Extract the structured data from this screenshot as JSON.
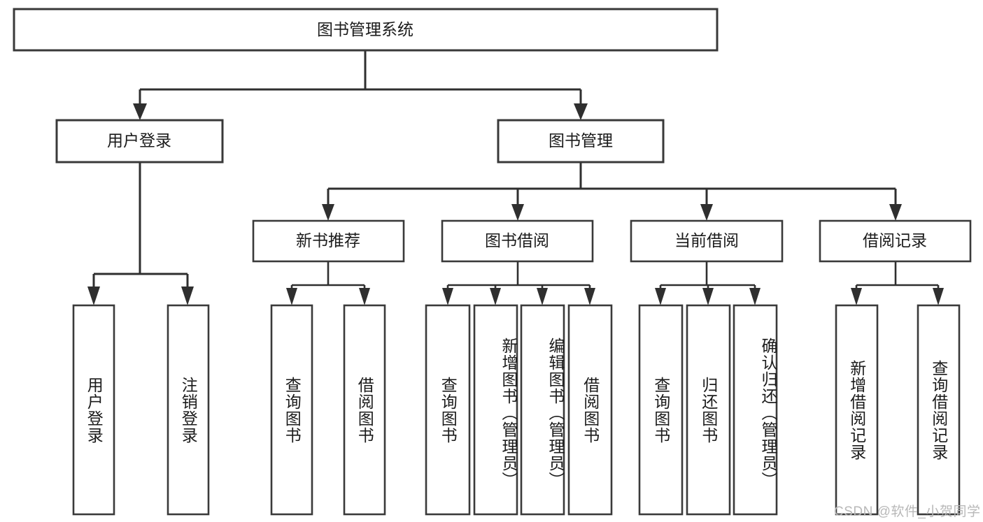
{
  "diagram": {
    "type": "hierarchy-flowchart",
    "title": "图书管理系统",
    "root": {
      "id": "root",
      "label": "图书管理系统",
      "level": 0
    },
    "level1": [
      {
        "id": "user-login",
        "label": "用户登录"
      },
      {
        "id": "book-management",
        "label": "图书管理"
      }
    ],
    "level2": [
      {
        "id": "new-book-recommend",
        "label": "新书推荐",
        "parent": "book-management"
      },
      {
        "id": "book-borrow",
        "label": "图书借阅",
        "parent": "book-management"
      },
      {
        "id": "current-borrow",
        "label": "当前借阅",
        "parent": "book-management"
      },
      {
        "id": "borrow-record",
        "label": "借阅记录",
        "parent": "book-management"
      }
    ],
    "leaves": {
      "user-login": [
        {
          "id": "leaf-user-login",
          "label": "用户登录"
        },
        {
          "id": "leaf-logout",
          "label": "注销登录"
        }
      ],
      "new-book-recommend": [
        {
          "id": "leaf-query-book-1",
          "label": "查询图书"
        },
        {
          "id": "leaf-borrow-book-1",
          "label": "借阅图书"
        }
      ],
      "book-borrow": [
        {
          "id": "leaf-query-book-2",
          "label": "查询图书"
        },
        {
          "id": "leaf-add-book",
          "label": "新增图书（管理员）"
        },
        {
          "id": "leaf-edit-book",
          "label": "编辑图书（管理员）"
        },
        {
          "id": "leaf-borrow-book-2",
          "label": "借阅图书"
        }
      ],
      "current-borrow": [
        {
          "id": "leaf-query-book-3",
          "label": "查询图书"
        },
        {
          "id": "leaf-return-book",
          "label": "归还图书"
        },
        {
          "id": "leaf-confirm-return",
          "label": "确认归还（管理员）"
        }
      ],
      "borrow-record": [
        {
          "id": "leaf-add-record",
          "label": "新增借阅记录"
        },
        {
          "id": "leaf-query-record",
          "label": "查询借阅记录"
        }
      ]
    },
    "colors": {
      "stroke": "#2f2f2f",
      "box_fill": "#ffffff",
      "text": "#1b1b1b",
      "watermark": "#b8b8b8",
      "background": "#ffffff"
    }
  },
  "watermark": {
    "text": "CSDN @软件_小贺同学"
  }
}
